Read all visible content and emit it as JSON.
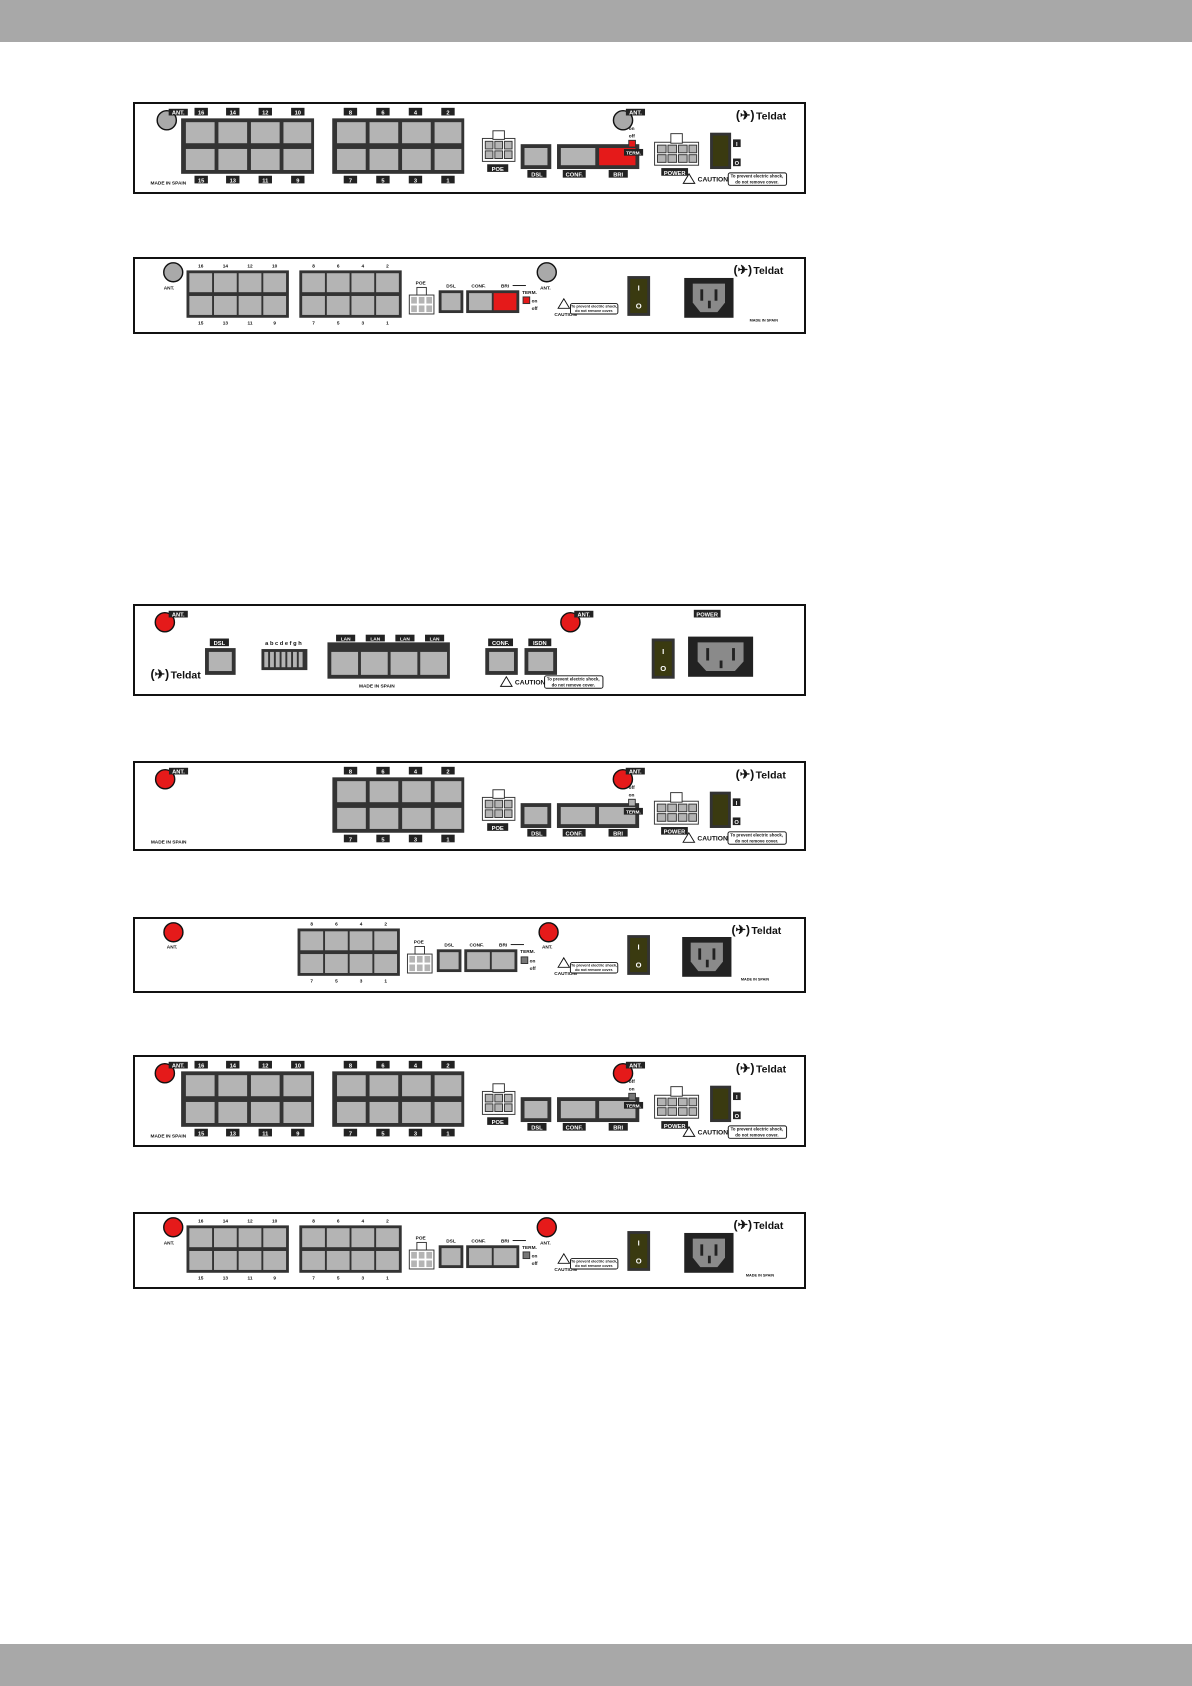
{
  "header_bar": {
    "color": "#a8a8a8"
  },
  "footer_bar": {
    "color": "#a8a8a8"
  },
  "colors": {
    "led_grey": "#a9a9a9",
    "led_red": "#e51a1a",
    "port_red": "#e51a1a",
    "port_grey": "#b4b4b4",
    "block": "#333333"
  },
  "labels": {
    "ant": "ANT.",
    "made_in_spain": "MADE IN SPAIN",
    "poe": "POE",
    "dsl": "DSL",
    "conf": "CONF.",
    "bri": "BRI",
    "term": "TERM.",
    "on": "on",
    "off": "off",
    "power": "POWER",
    "isdn": "ISDN",
    "caution": "CAUTION!",
    "warn1": "To prevent electric shock,",
    "warn2": "do not remove cover.",
    "brand": "Teldat",
    "switch_on": "I",
    "switch_off": "O",
    "dip": "a b c d e f g h",
    "lan": "LAN",
    "port_numbers_top": [
      "16",
      "14",
      "12",
      "10",
      "8",
      "6",
      "4",
      "2"
    ],
    "port_numbers_bottom": [
      "15",
      "13",
      "11",
      "9",
      "7",
      "5",
      "3",
      "1"
    ]
  },
  "panels": [
    {
      "id": "p1",
      "variant": "small-power",
      "ports": 16,
      "led": "grey",
      "bri": "red"
    },
    {
      "id": "p2",
      "variant": "iec-power",
      "ports": 16,
      "led": "grey",
      "bri": "red"
    },
    {
      "id": "p3",
      "variant": "dsl-lan-isdn",
      "led": "red"
    },
    {
      "id": "p4",
      "variant": "small-power",
      "ports": 8,
      "led": "red",
      "bri": "grey"
    },
    {
      "id": "p5",
      "variant": "iec-power",
      "ports": 8,
      "led": "red",
      "bri": "grey"
    },
    {
      "id": "p6",
      "variant": "small-power",
      "ports": 16,
      "led": "red",
      "bri": "grey"
    },
    {
      "id": "p7",
      "variant": "iec-power",
      "ports": 16,
      "led": "red",
      "bri": "grey"
    }
  ]
}
